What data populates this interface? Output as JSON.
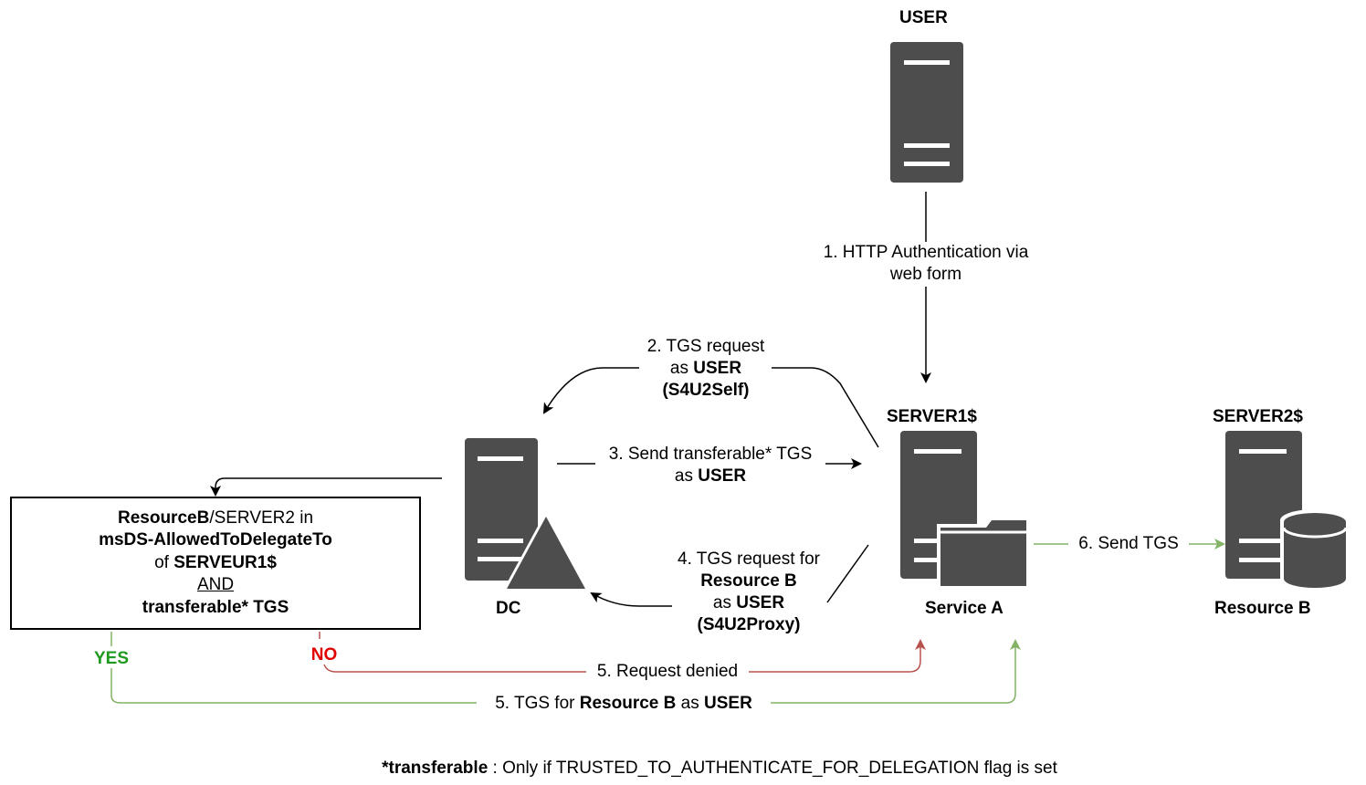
{
  "nodes": {
    "user": {
      "title": "USER"
    },
    "dc": {
      "title": "DC"
    },
    "server1": {
      "title": "SERVER1$",
      "caption": "Service A"
    },
    "server2": {
      "title": "SERVER2$",
      "caption": "Resource B"
    }
  },
  "edges": {
    "step1": {
      "line1": "1. HTTP Authentication via",
      "line2": "web form"
    },
    "step2": {
      "line1": "2. TGS request",
      "line2_prefix": "as ",
      "line2_bold": "USER",
      "line3_bold": "(S4U2Self)"
    },
    "step3": {
      "line1": "3. Send transferable* TGS",
      "line2_prefix": "as ",
      "line2_bold": "USER"
    },
    "step4": {
      "line1": "4. TGS request for",
      "line2_bold": "Resource B",
      "line3_prefix": "as ",
      "line3_bold": "USER",
      "line4_bold": "(S4U2Proxy)"
    },
    "step5_denied": {
      "text": "5. Request denied"
    },
    "step5_granted": {
      "prefix": "5. TGS for ",
      "bold1": "Resource B",
      "middle": " as ",
      "bold2": "USER"
    },
    "step6": {
      "text": "6. Send TGS"
    }
  },
  "decision": {
    "line1_bold": "ResourceB",
    "line1_rest": "/SERVER2 in",
    "line2_bold": "msDS-AllowedToDelegateTo",
    "line3_prefix": "of ",
    "line3_bold": "SERVEUR1$",
    "line4_underlined": "AND",
    "line5_bold": "transferable* TGS",
    "yes": "YES",
    "no": "NO"
  },
  "footnote": {
    "bold": "*transferable",
    "rest": " : Only if TRUSTED_TO_AUTHENTICATE_FOR_DELEGATION flag is set"
  },
  "colors": {
    "server": "#4d4d4d",
    "green_arrow": "#82b366",
    "red_arrow": "#b85450",
    "yes_text": "#1f9a1f",
    "no_text": "#e00000"
  },
  "icons": {
    "user": "server-icon",
    "dc": "server-warning-icon",
    "server1": "server-folder-icon",
    "server2": "server-database-icon"
  }
}
